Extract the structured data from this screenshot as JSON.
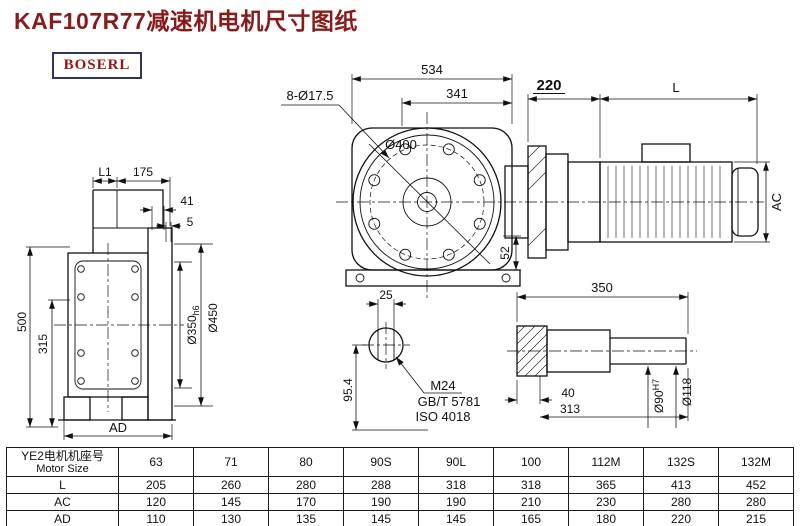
{
  "title": "KAF107R77减速机电机尺寸图纸",
  "logo": "BOSERL",
  "colors": {
    "title_text": "#8B1A1A",
    "logo_text": "#A01212",
    "line": "#111111"
  },
  "left_view": {
    "l1": "L1",
    "len175": "175",
    "len41": "41",
    "len5": "5",
    "h500": "500",
    "h315": "315",
    "ad": "AD",
    "d350": "Ø350",
    "d350_tol": "h6",
    "d450": "Ø450"
  },
  "front_view": {
    "w534": "534",
    "w341": "341",
    "holes": "8-Ø17.5",
    "d400": "Ø400",
    "h52": "52"
  },
  "motor_view": {
    "len220": "220",
    "len_l": "L",
    "ac": "AC"
  },
  "shaft_end_view": {
    "w25": "25",
    "h954": "95.4",
    "thread": "M24",
    "std1": "GB/T 5781",
    "std2": "ISO 4018"
  },
  "shaft_side_view": {
    "len350": "350",
    "len40": "40",
    "len313": "313",
    "d90": "Ø90",
    "d90_tol": "H7",
    "d118": "Ø118"
  },
  "table": {
    "header_cn": "YE2电机机座号",
    "header_en": "Motor Size",
    "sizes": [
      "63",
      "71",
      "80",
      "90S",
      "90L",
      "100",
      "112M",
      "132S",
      "132M"
    ],
    "rows": [
      {
        "label": "L",
        "values": [
          "205",
          "260",
          "280",
          "288",
          "318",
          "318",
          "365",
          "413",
          "452"
        ]
      },
      {
        "label": "AC",
        "values": [
          "120",
          "145",
          "170",
          "190",
          "190",
          "210",
          "230",
          "280",
          "280"
        ]
      },
      {
        "label": "AD",
        "values": [
          "110",
          "130",
          "135",
          "145",
          "145",
          "165",
          "180",
          "220",
          "215"
        ]
      }
    ]
  }
}
